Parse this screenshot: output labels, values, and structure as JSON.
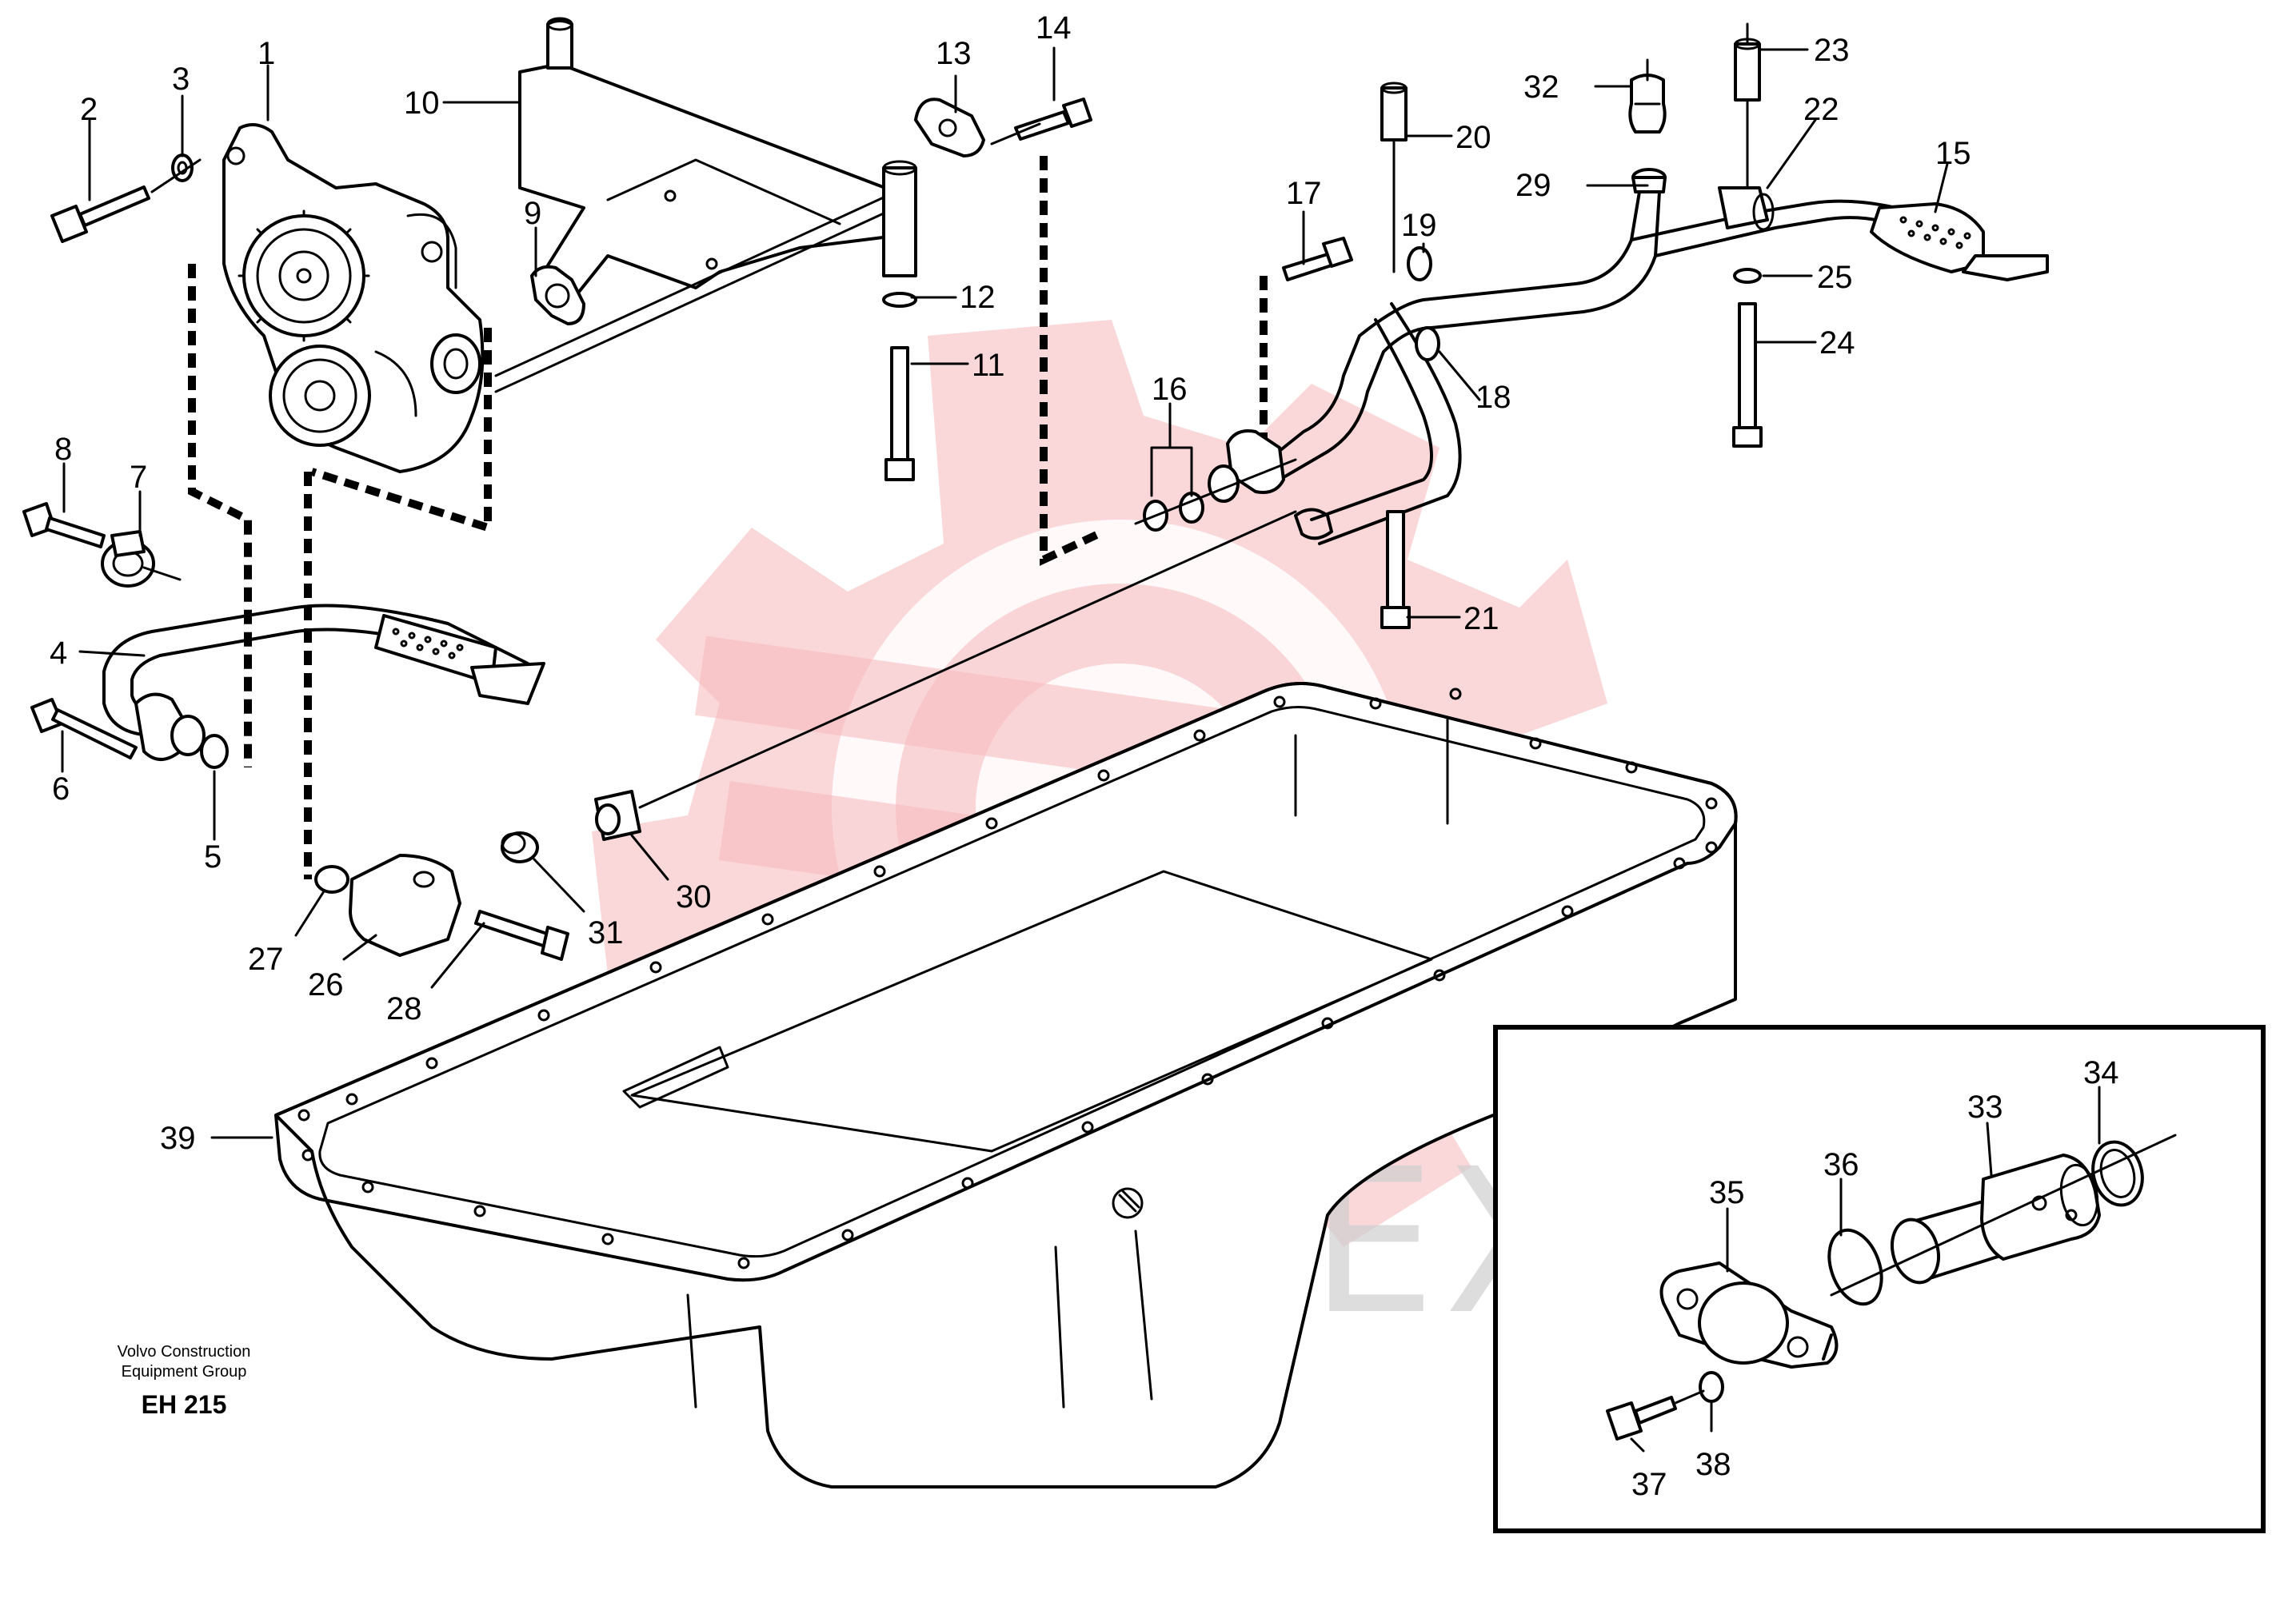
{
  "callouts": [
    {
      "n": "1"
    },
    {
      "n": "2"
    },
    {
      "n": "3"
    },
    {
      "n": "4"
    },
    {
      "n": "5"
    },
    {
      "n": "6"
    },
    {
      "n": "7"
    },
    {
      "n": "8"
    },
    {
      "n": "9"
    },
    {
      "n": "10"
    },
    {
      "n": "11"
    },
    {
      "n": "12"
    },
    {
      "n": "13"
    },
    {
      "n": "14"
    },
    {
      "n": "15"
    },
    {
      "n": "16"
    },
    {
      "n": "17"
    },
    {
      "n": "18"
    },
    {
      "n": "19"
    },
    {
      "n": "20"
    },
    {
      "n": "21"
    },
    {
      "n": "22"
    },
    {
      "n": "23"
    },
    {
      "n": "24"
    },
    {
      "n": "25"
    },
    {
      "n": "26"
    },
    {
      "n": "27"
    },
    {
      "n": "28"
    },
    {
      "n": "29"
    },
    {
      "n": "30"
    },
    {
      "n": "31"
    },
    {
      "n": "32"
    },
    {
      "n": "33"
    },
    {
      "n": "34"
    },
    {
      "n": "35"
    },
    {
      "n": "36"
    },
    {
      "n": "37"
    },
    {
      "n": "38"
    },
    {
      "n": "39"
    }
  ],
  "credit": {
    "line1": "Volvo Construction",
    "line2": "Equipment Group",
    "code": "EH 215"
  },
  "watermark": {
    "text": "ИНТЕХ",
    "color": "#f6b8bc"
  }
}
